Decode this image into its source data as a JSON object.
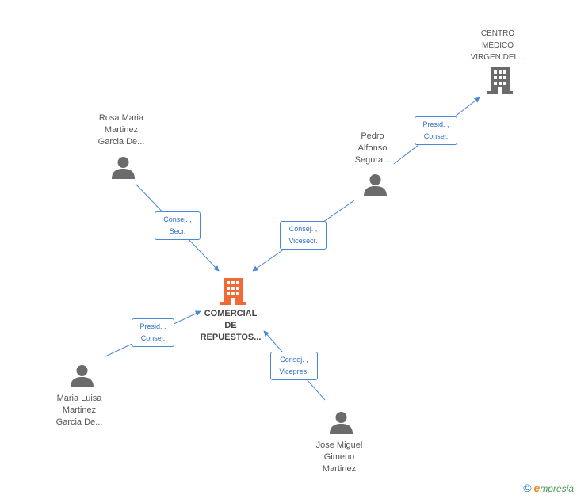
{
  "center": {
    "label": "COMERCIAL\nDE\nREPUESTOS...",
    "color": "#f06a35"
  },
  "related_company": {
    "label": "CENTRO\nMEDICO\nVIRGEN DEL...",
    "color": "#6b6b6b"
  },
  "people": [
    {
      "id": "rosa",
      "label": "Rosa Maria\nMartinez\nGarcia De..."
    },
    {
      "id": "pedro",
      "label": "Pedro\nAlfonso\nSegura..."
    },
    {
      "id": "marialuisa",
      "label": "Maria Luisa\nMartinez\nGarcia De..."
    },
    {
      "id": "josemiguel",
      "label": "Jose Miguel\nGimeno\nMartinez"
    }
  ],
  "roles": [
    {
      "id": "rosa-center",
      "label": "Consej. ,\nSecr."
    },
    {
      "id": "pedro-center",
      "label": "Consej. ,\nVicesecr."
    },
    {
      "id": "pedro-company",
      "label": "Presid. ,\nConsej."
    },
    {
      "id": "marialuisa-center",
      "label": "Presid. ,\nConsej."
    },
    {
      "id": "josemiguel-center",
      "label": "Consej. ,\nVicepres."
    }
  ],
  "colors": {
    "edge": "#4a86d6",
    "person_icon": "#6b6b6b"
  },
  "watermark": {
    "copyright": "©",
    "brand_initial": "e",
    "brand_rest": "mpresia"
  }
}
